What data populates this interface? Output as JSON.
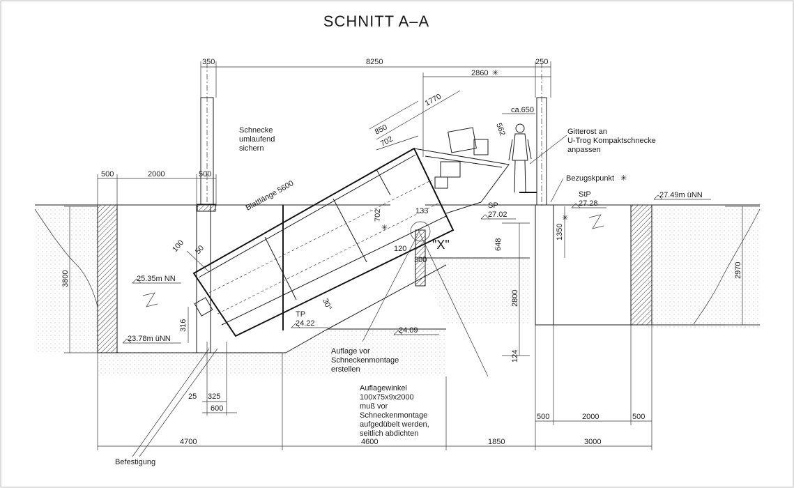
{
  "title": "SCHNITT A–A",
  "dimensions": {
    "top_350": "350",
    "top_8250": "8250",
    "top_250": "250",
    "d_2860": "2860",
    "d_1770": "1770",
    "d_ca650": "ca.650",
    "d_850": "850",
    "d_702a": "702",
    "d_562": "562",
    "left_500a": "500",
    "left_2000": "2000",
    "left_500b": "500",
    "blattlaenge": "Blattlänge 5600",
    "d_100": "100",
    "d_50": "50",
    "d_702b": "702",
    "d_133": "133",
    "d_120": "120",
    "d_300": "300",
    "d_648": "648",
    "d_2800": "2800",
    "d_124": "124",
    "d_1350": "1350",
    "d_2970": "2970",
    "d_3800": "3800",
    "d_316": "316",
    "d_25": "25",
    "d_325": "325",
    "d_600": "600",
    "angle_30": "30°",
    "bot_4700": "4700",
    "bot_4600": "4600",
    "bot_1850": "1850",
    "bot_3000": "3000",
    "right_500a": "500",
    "right_2000": "2000",
    "right_500b": "500"
  },
  "levels": {
    "l_2535": "25.35m NN",
    "l_2378": "23.78m üNN",
    "tp_label": "TP",
    "tp_value": "24.22",
    "l_2409": "24.09",
    "sp_label": "SP",
    "sp_value": "27.02",
    "stp_label": "StP",
    "stp_value": "27.28",
    "l_2749": "27.49m üNN"
  },
  "notes": {
    "schnecke": [
      "Schnecke",
      "umlaufend",
      "sichern"
    ],
    "gitterrost": [
      "Gitterost an",
      "U-Trog Kompaktschnecke",
      "anpassen"
    ],
    "bezugspunkt": "Bezugskpunkt",
    "detail_x": "\"X\"",
    "auflage": [
      "Auflage vor",
      "Schneckenmontage",
      "erstellen"
    ],
    "auflagewinkel": [
      "Auflagewinkel",
      "100x75x9x2000",
      "muß vor",
      "Schneckenmontage",
      "aufgedübelt werden,",
      "seitlich abdichten"
    ],
    "befestigung": "Befestigung"
  }
}
